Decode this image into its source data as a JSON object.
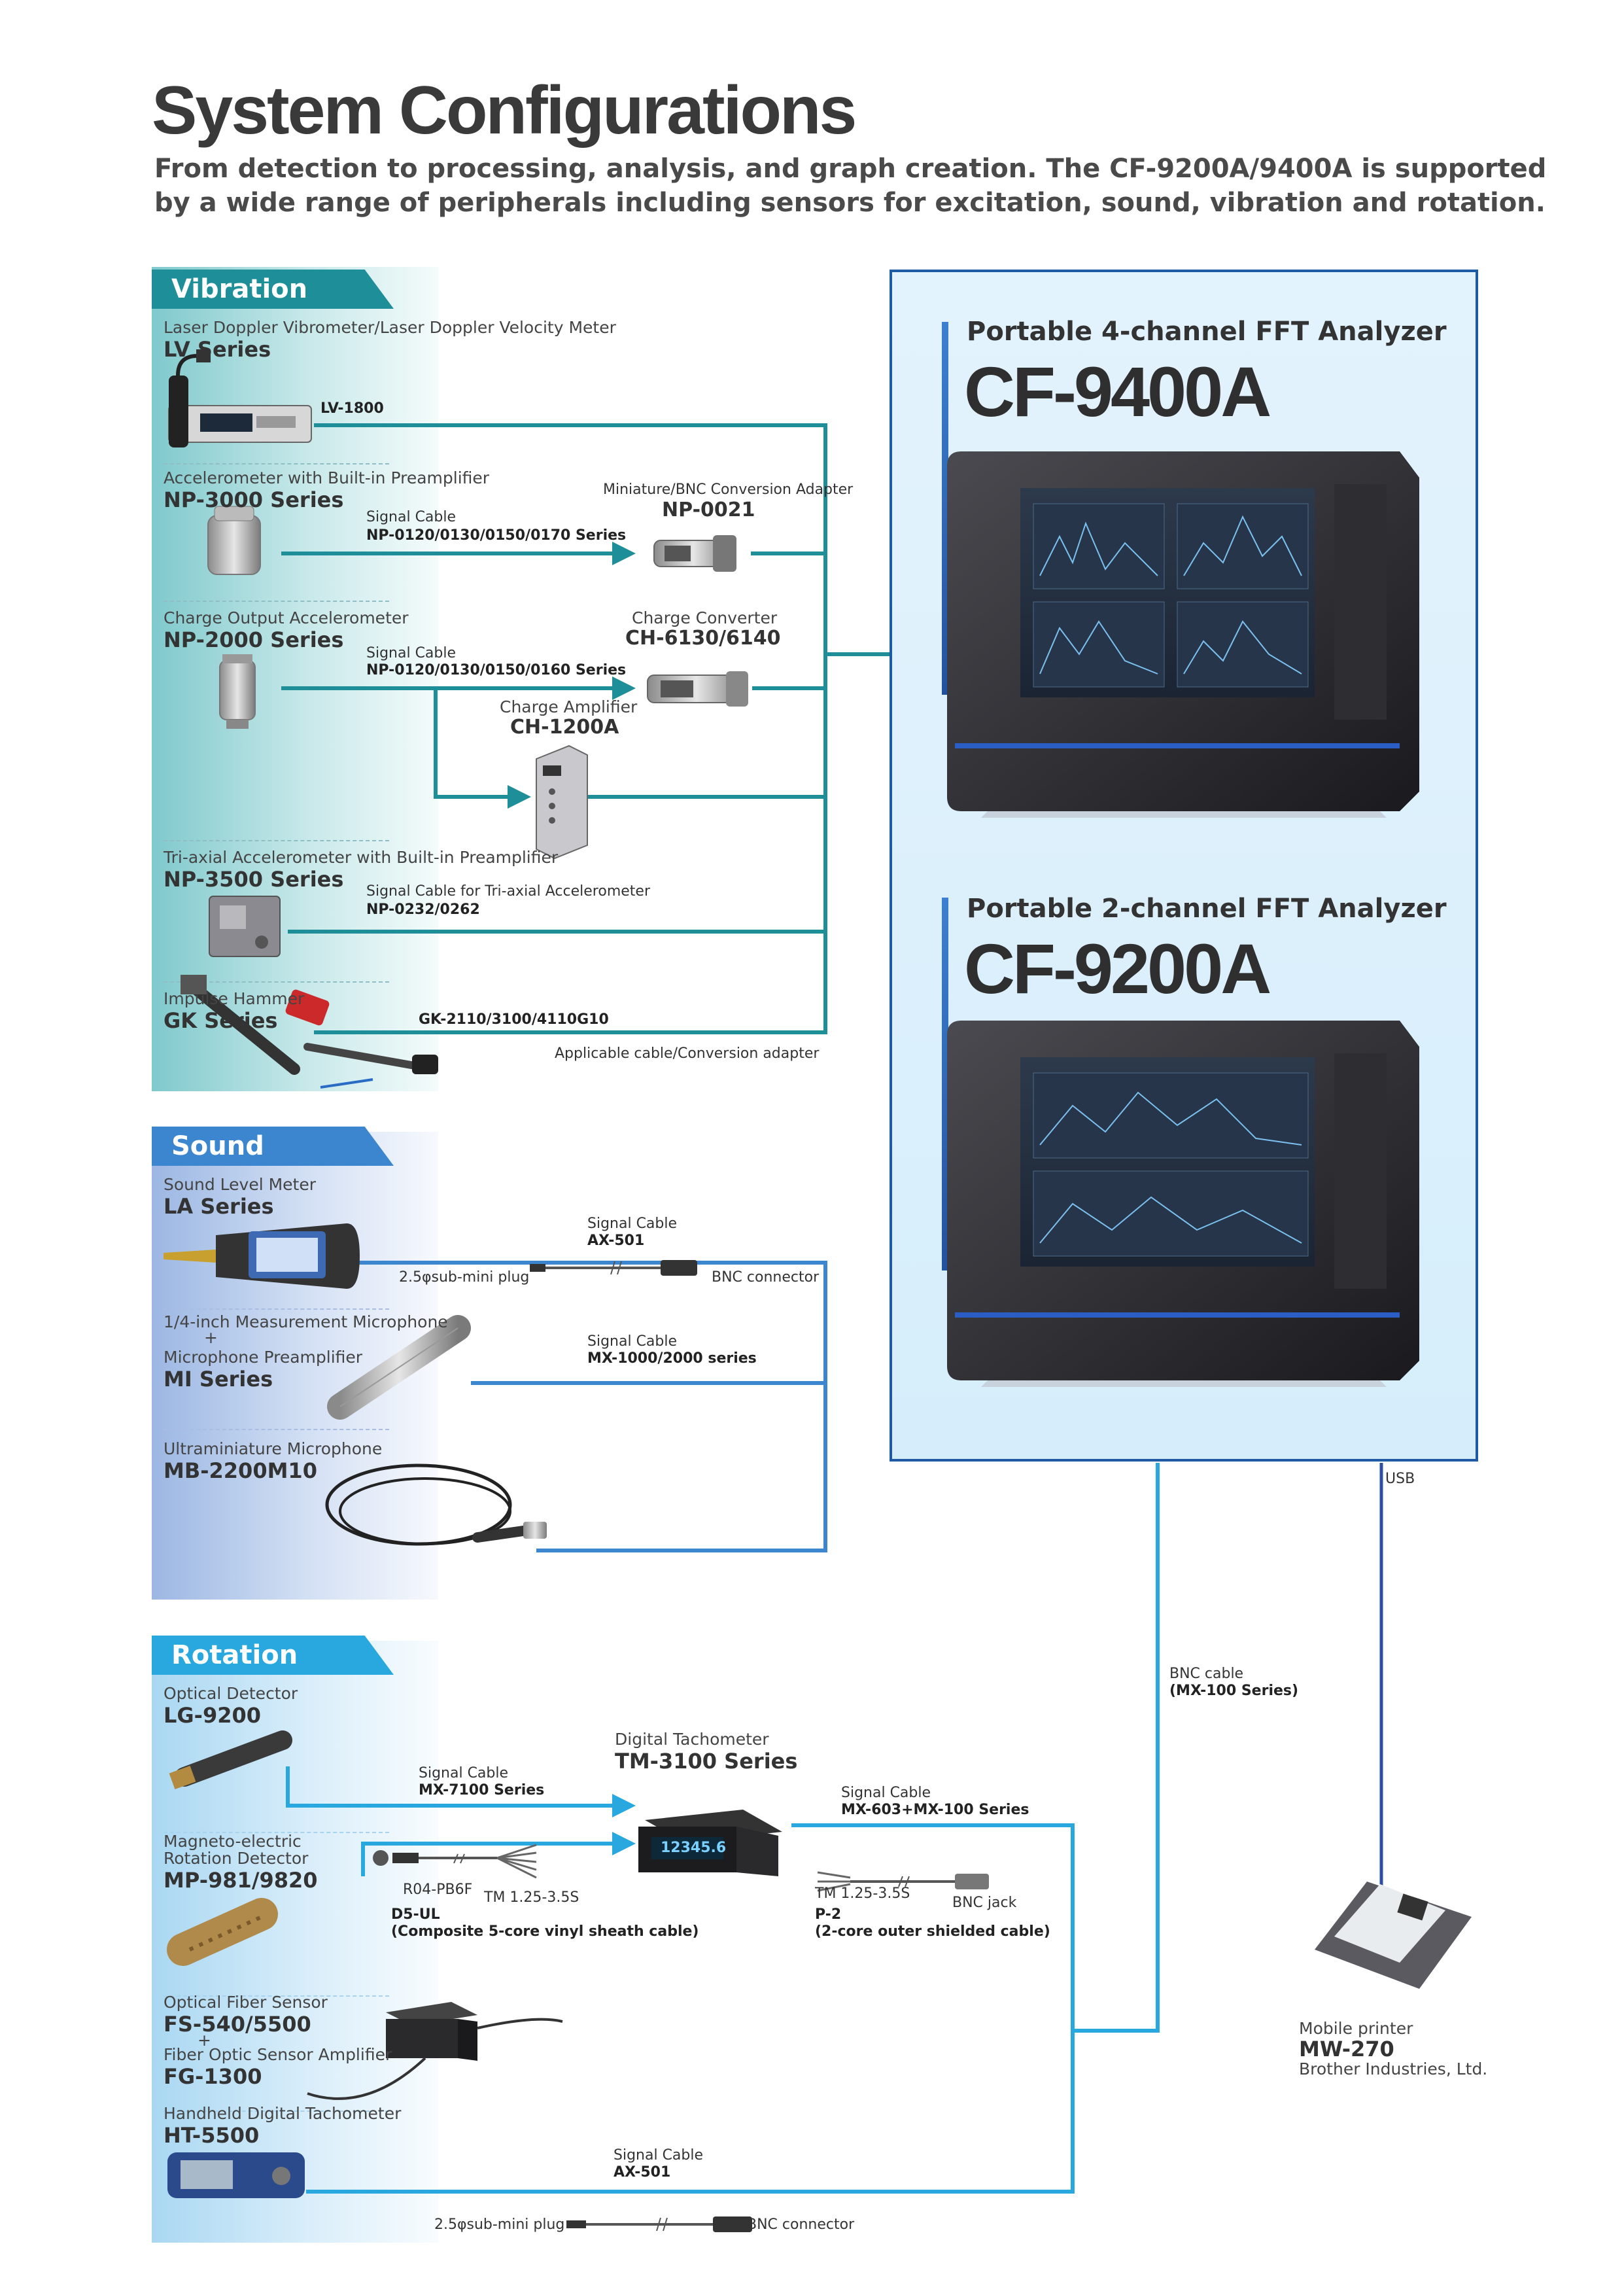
{
  "title": "System Configurations",
  "subtitle": {
    "line1": "From detection to processing, analysis, and graph creation. The CF-9200A/9400A is supported",
    "line2": "by a wide range of peripherals including sensors for excitation, sound, vibration and rotation."
  },
  "sections": {
    "vibration": "Vibration",
    "sound": "Sound",
    "rotation": "Rotation"
  },
  "colors": {
    "vibration": "#1e8f99",
    "sound": "#3b86cf",
    "rotation": "#29a8e0",
    "analyzer_border": "#1f5aa5",
    "usb_line": "#2c4fa0"
  },
  "vibration": {
    "lv": {
      "desc": "Laser Doppler Vibrometer/Laser Doppler Velocity Meter",
      "name": "LV Series",
      "cable": "LV-1800"
    },
    "np3000": {
      "desc": "Accelerometer with Built-in Preamplifier",
      "name": "NP-3000 Series",
      "cable_label": "Signal Cable",
      "cable": "NP-0120/0130/0150/0170 Series",
      "adapter_label": "Miniature/BNC Conversion Adapter",
      "adapter": "NP-0021"
    },
    "np2000": {
      "desc": "Charge Output Accelerometer",
      "name": "NP-2000 Series",
      "cable_label": "Signal Cable",
      "cable": "NP-0120/0130/0150/0160 Series",
      "converter_label": "Charge Converter",
      "converter": "CH-6130/6140",
      "amp_label": "Charge Amplifier",
      "amp": "CH-1200A"
    },
    "np3500": {
      "desc": "Tri-axial Accelerometer with Built-in Preamplifier",
      "name": "NP-3500 Series",
      "cable_label": "Signal Cable for Tri-axial Accelerometer",
      "cable": "NP-0232/0262"
    },
    "gk": {
      "desc": "Impulse Hammer",
      "name": "GK Series",
      "cable": "GK-2110/3100/4110G10"
    },
    "footnote": "Applicable cable/Conversion adapter"
  },
  "sound": {
    "la": {
      "desc": "Sound Level Meter",
      "name": "LA Series",
      "cable_label": "Signal Cable",
      "cable": "AX-501",
      "plug": "2.5φsub-mini plug",
      "connector": "BNC connector"
    },
    "mi": {
      "desc1": "1/4-inch Measurement Microphone",
      "plus": "+",
      "desc2": "Microphone Preamplifier",
      "name": "MI Series",
      "cable_label": "Signal Cable",
      "cable": "MX-1000/2000 series"
    },
    "mb": {
      "desc": "Ultraminiature Microphone",
      "name": "MB-2200M10"
    }
  },
  "analyzers": {
    "cf9400": {
      "title": "Portable 4-channel FFT Analyzer",
      "model": "CF-9400A"
    },
    "cf9200": {
      "title": "Portable 2-channel FFT Analyzer",
      "model": "CF-9200A"
    },
    "usb": "USB",
    "bnc_label": "BNC cable",
    "bnc_cable": "(MX-100 Series)"
  },
  "rotation": {
    "lg": {
      "desc": "Optical Detector",
      "name": "LG-9200",
      "cable_label": "Signal Cable",
      "cable": "MX-7100 Series"
    },
    "tm": {
      "label": "Digital Tachometer",
      "name": "TM-3100 Series",
      "display": "12345.6",
      "cable_label": "Signal Cable",
      "cable": "MX-603+MX-100 Series"
    },
    "mp": {
      "desc1": "Magneto-electric",
      "desc2": "Rotation Detector",
      "name": "MP-981/9820",
      "r04": "R04-PB6F",
      "tm1": "TM 1.25-3.5S",
      "d5": "D5-UL",
      "d5_desc": "(Composite 5-core vinyl sheath cable)"
    },
    "p2": {
      "tm": "TM 1.25-3.5S",
      "jack": "BNC jack",
      "name": "P-2",
      "desc": "(2-core outer shielded cable)"
    },
    "fs": {
      "desc1": "Optical Fiber Sensor",
      "name1": "FS-540/5500",
      "plus": "+",
      "desc2": "Fiber Optic Sensor Amplifier",
      "name2": "FG-1300"
    },
    "ht": {
      "desc": "Handheld Digital Tachometer",
      "name": "HT-5500",
      "cable_label": "Signal Cable",
      "cable": "AX-501",
      "plug": "2.5φsub-mini plug",
      "connector": "BNC connector"
    }
  },
  "printer": {
    "label": "Mobile printer",
    "name": "MW-270",
    "maker": "Brother Industries, Ltd."
  }
}
